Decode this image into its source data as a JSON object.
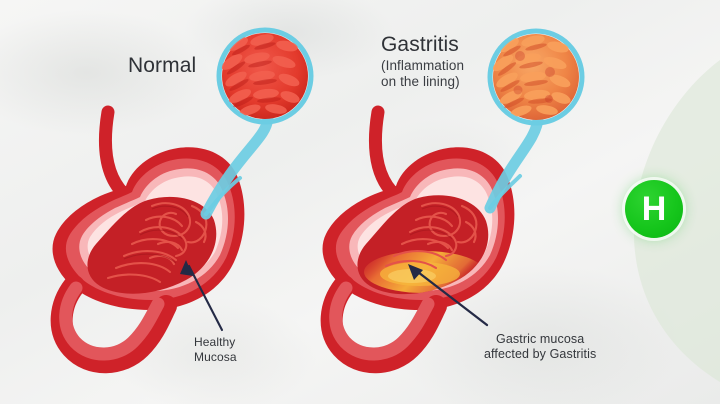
{
  "figure": {
    "type": "medical-illustration",
    "subject": "Comparison of normal gastric mucosa and gastric mucosa affected by gastritis",
    "background_color": "#f2f2f1"
  },
  "panels": {
    "left": {
      "title": "Normal",
      "callout_label_line1": "Healthy",
      "callout_label_line2": "Mucosa",
      "inset_name": "normal-mucosa-magnified",
      "inset_ring_color": "#68cfe6",
      "inset_tissue_color": "#e8402f"
    },
    "right": {
      "title": "Gastritis",
      "subtitle_line1": "(Inflammation",
      "subtitle_line2": "on the lining)",
      "callout_label_line1": "Gastric mucosa",
      "callout_label_line2": "affected by Gastritis",
      "inset_name": "gastritis-mucosa-magnified",
      "inset_ring_color": "#68cfe6",
      "inset_tissue_color": "#f08a45"
    }
  },
  "badge": {
    "letter": "H",
    "color": "#13c219",
    "text_color": "#ffffff"
  },
  "colors": {
    "stomach_outer_wall": "#cf2229",
    "stomach_muscle": "#e2565b",
    "stomach_submucosa": "#f8b7b9",
    "mucosa_lining": "#fde3e2",
    "rugae_dark": "#c42026",
    "rugae_mid": "#e04a45",
    "inflamed_glow": "#f5a623",
    "pointer_blue": "#6ccde3",
    "arrow_navy": "#242a46",
    "label_text": "#2f3237",
    "backdrop_green": "#dbe7d6"
  }
}
